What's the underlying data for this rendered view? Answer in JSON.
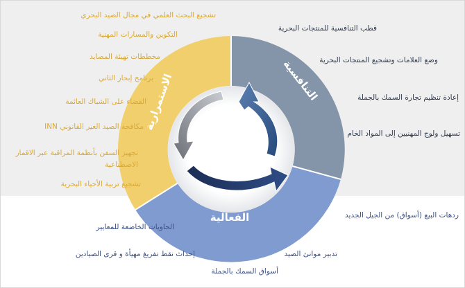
{
  "colors": {
    "stability": "#f1cf6c",
    "competitiveness": "#8494a9",
    "efficiency": "#7f9bd0",
    "background_top": "#efefef",
    "label_stability": "#d9a93a",
    "label_competitiveness": "#2e3a4f",
    "label_efficiency": "#3b4f86"
  },
  "segments": {
    "competitiveness_title": "التنافسية",
    "stability_title": "الاستمرارية",
    "efficiency_title": "الفعالية"
  },
  "competitiveness_items": [
    "قطب التنافسية للمنتجات البحرية",
    "وضع العلامات وتشجيع المنتجات البحرية",
    "إعادة تنظيم تجارة السمك بالجملة",
    "تسهيل ولوج المهنيين إلى المواد الخام"
  ],
  "stability_items": [
    "تشجيع البحث العلمي في مجال الصيد البحري",
    "التكوين والمسارات المهنية",
    "مخططات تهيئة المصايد",
    "برنامج إبحار الثاني",
    "القضاء على الشباك العائمة",
    "مكافحة الصيد الغير القانوني INN",
    "تجهيز السفن بأنظمة المراقبة عبر الاقمار الاصطناعية",
    "تشجيع تربية الأحياء البحرية"
  ],
  "efficiency_items": [
    "ردهات البيع (أسواق) من الجيل الجديد",
    "الحاويات الخاضعة للمعايير",
    "إحداث نقط تفريغ مهيأة و قرى الصيادين",
    "تدبير موانئ الصيد",
    "أسواق السمك بالجملة"
  ]
}
